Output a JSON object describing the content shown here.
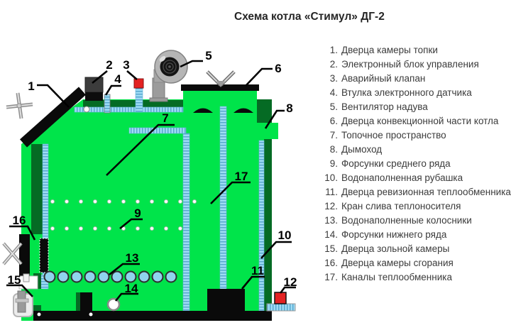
{
  "title": "Схема котла «Стимул» ДГ-2",
  "colors": {
    "boiler_green": "#00e44a",
    "dark_green": "#056b24",
    "water_cyan": "#9edcf5",
    "cyan_tick": "#3f95c0",
    "valve_red": "#e32222",
    "metal_gray": "#b5b5b5",
    "black": "#0a0a0a"
  },
  "diagram": {
    "callouts": [
      "1",
      "2",
      "3",
      "4",
      "5",
      "6",
      "7",
      "8",
      "9",
      "10",
      "11",
      "12",
      "13",
      "14",
      "15",
      "16",
      "17"
    ]
  },
  "legend": {
    "items": [
      {
        "n": "1.",
        "label": "Дверца камеры топки"
      },
      {
        "n": "2.",
        "label": "Электронный блок управления"
      },
      {
        "n": "3.",
        "label": "Аварийный клапан"
      },
      {
        "n": "4.",
        "label": "Втулка электронного датчика"
      },
      {
        "n": "5.",
        "label": "Вентилятор надува"
      },
      {
        "n": "6.",
        "label": "Дверца конвекционной части котла"
      },
      {
        "n": "7.",
        "label": "Топочное пространство"
      },
      {
        "n": "8.",
        "label": "Дымоход"
      },
      {
        "n": "9.",
        "label": "Форсунки среднего ряда"
      },
      {
        "n": "10.",
        "label": "Водонаполненная рубашка"
      },
      {
        "n": "11.",
        "label": "Дверца ревизионная теплообменника"
      },
      {
        "n": "12.",
        "label": "Кран слива теплоносителя"
      },
      {
        "n": "13.",
        "label": "Водонаполненные колосники"
      },
      {
        "n": "14.",
        "label": "Форсунки нижнего ряда"
      },
      {
        "n": "15.",
        "label": "Дверца зольной камеры"
      },
      {
        "n": "16.",
        "label": "Дверца камеры сгорания"
      },
      {
        "n": "17.",
        "label": "Каналы теплообменника"
      }
    ]
  }
}
